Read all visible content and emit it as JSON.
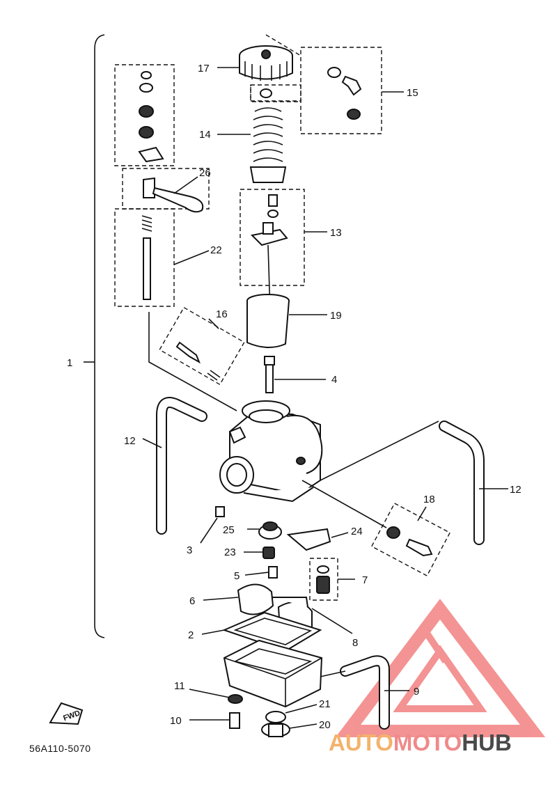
{
  "diagram": {
    "code": "56A110-5070",
    "fwd_tag": "FWD",
    "labels": {
      "l1": "1",
      "l2": "2",
      "l3": "3",
      "l4": "4",
      "l5": "5",
      "l6": "6",
      "l7": "7",
      "l8": "8",
      "l9": "9",
      "l10": "10",
      "l11": "11",
      "l12a": "12",
      "l12b": "12",
      "l13": "13",
      "l14": "14",
      "l15": "15",
      "l16": "16",
      "l17": "17",
      "l18": "18",
      "l19": "19",
      "l20": "20",
      "l21": "21",
      "l22": "22",
      "l23": "23",
      "l24": "24",
      "l25": "25",
      "l26": "26"
    }
  },
  "watermark": {
    "part1": "AUTO",
    "part2": "MOTO",
    "part3": "HUB",
    "colors": {
      "auto": "#f3b26c",
      "moto": "#f08a8a",
      "hub": "#4a4a4a",
      "triangle": "#f07070"
    }
  }
}
